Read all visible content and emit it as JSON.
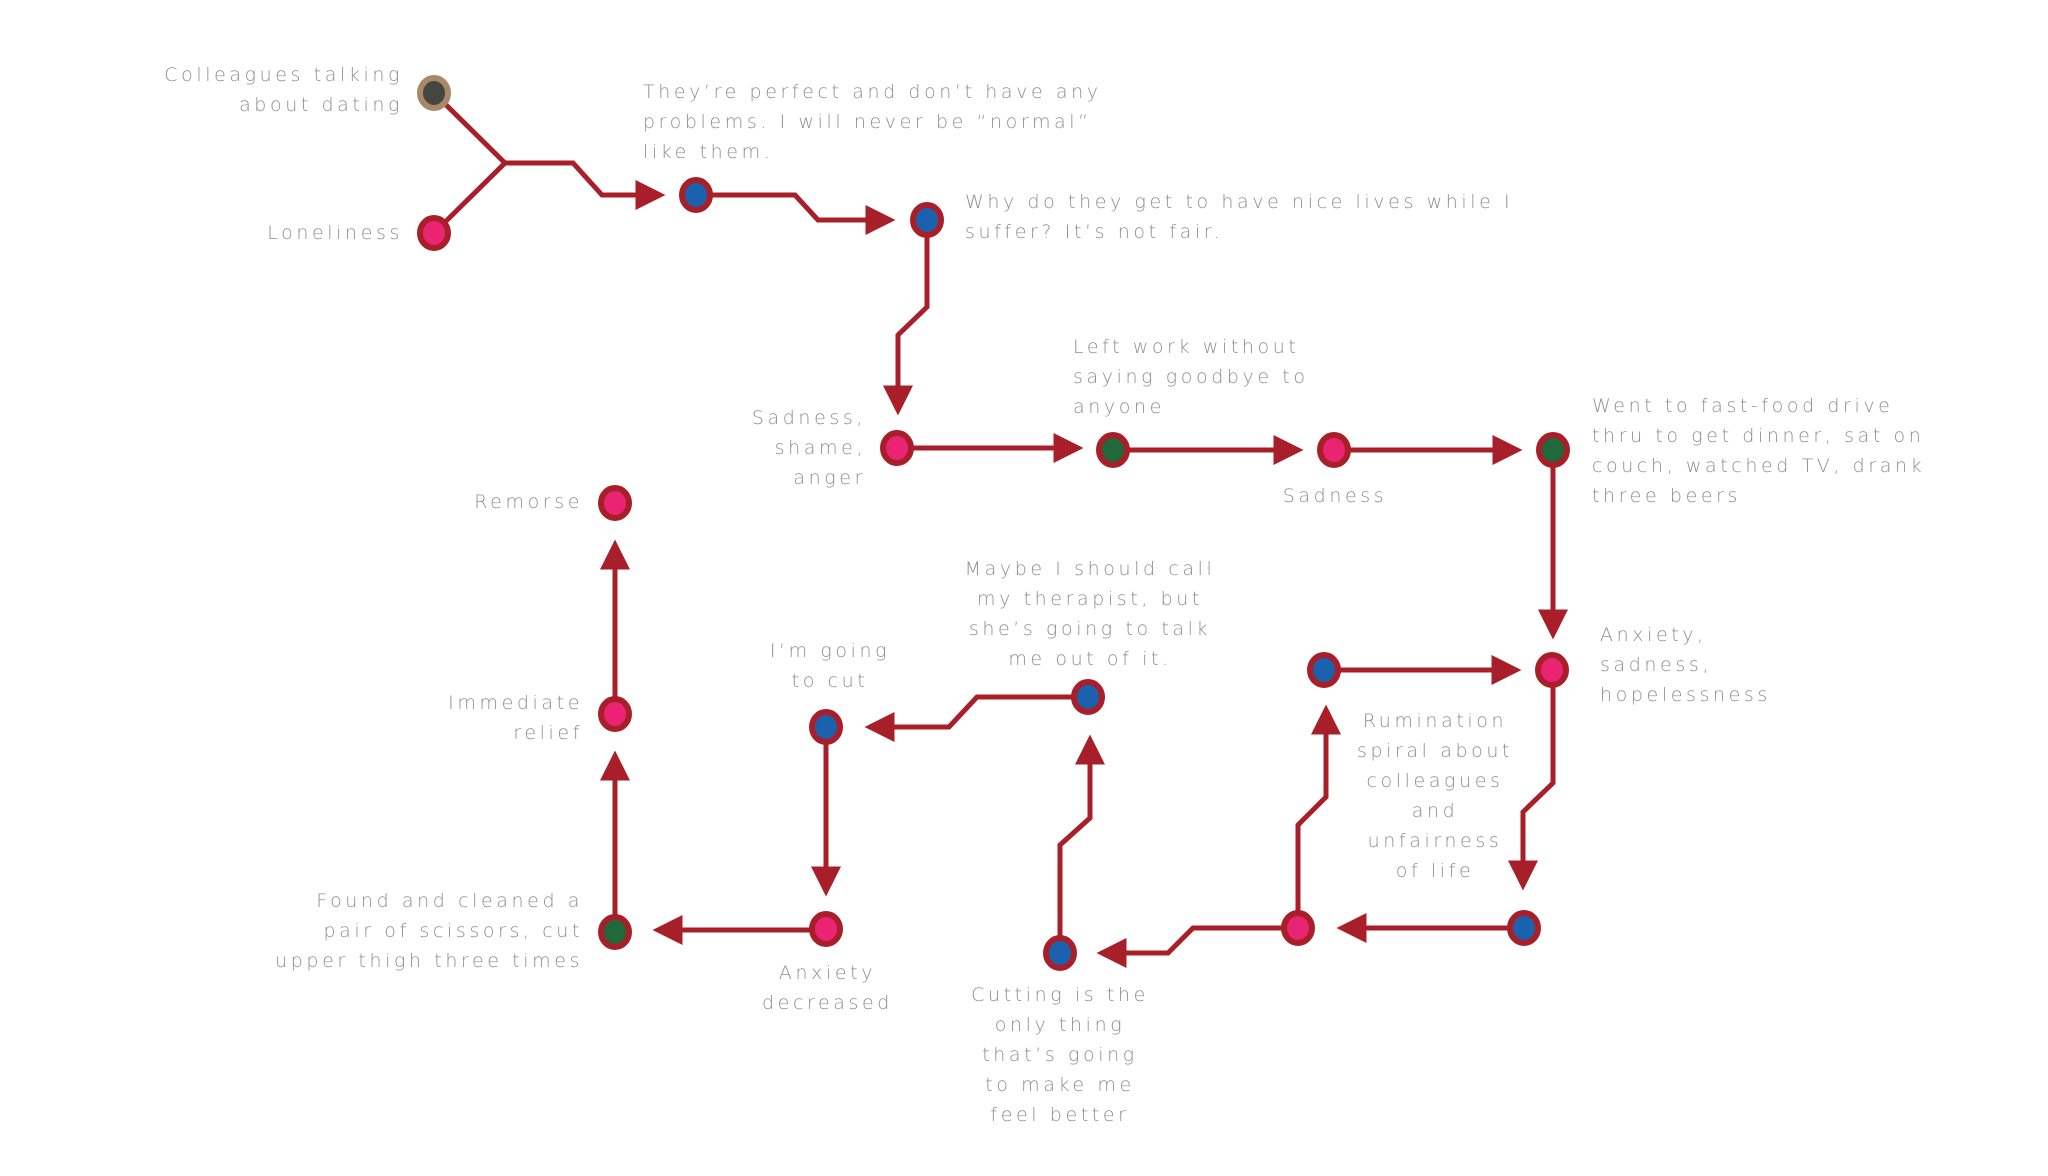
{
  "colors": {
    "line": "#a91f29",
    "emotion": "#ea2373",
    "thought": "#1a62ad",
    "behavior": "#21683a",
    "trigger_fill": "#45463f",
    "trigger_ring": "#a9886a",
    "text": "#8e8e8e"
  },
  "nodes": [
    {
      "id": "n0",
      "type": "trigger",
      "label": "Colleagues talking\nabout dating"
    },
    {
      "id": "n1",
      "type": "emotion",
      "label": "Loneliness"
    },
    {
      "id": "n2",
      "type": "thought",
      "label": "They’re perfect and don’t have any\nproblems. I will never be “normal”\nlike them."
    },
    {
      "id": "n3",
      "type": "thought",
      "label": "Why do they get to have nice lives while I\nsuffer? It’s not fair."
    },
    {
      "id": "n4",
      "type": "emotion",
      "label": "Sadness,\nshame,\nanger"
    },
    {
      "id": "n5",
      "type": "behavior",
      "label": "Left work without\nsaying goodbye to\nanyone"
    },
    {
      "id": "n6",
      "type": "emotion",
      "label": "Sadness"
    },
    {
      "id": "n7",
      "type": "behavior",
      "label": "Went to fast-food drive\nthru to get dinner, sat on\ncouch, watched TV, drank\nthree beers"
    },
    {
      "id": "n8",
      "type": "emotion",
      "label": "Anxiety,\nsadness,\nhopelessness"
    },
    {
      "id": "n9",
      "type": "thought",
      "label": "Rumination\nspiral about\ncolleagues\nand\nunfairness\nof life"
    },
    {
      "id": "n10",
      "type": "thought",
      "label": ""
    },
    {
      "id": "n11",
      "type": "emotion",
      "label": ""
    },
    {
      "id": "n12",
      "type": "thought",
      "label": "Cutting is the\nonly thing\nthat’s going\nto make me\nfeel better"
    },
    {
      "id": "n13",
      "type": "thought",
      "label": "Maybe I should call\nmy therapist, but\nshe’s going to talk\nme out of it."
    },
    {
      "id": "n14",
      "type": "thought",
      "label": "I’m going\nto cut"
    },
    {
      "id": "n15",
      "type": "emotion",
      "label": "Anxiety\ndecreased"
    },
    {
      "id": "n16",
      "type": "behavior",
      "label": "Found and cleaned a\npair of scissors, cut\nupper thigh three times"
    },
    {
      "id": "n17",
      "type": "emotion",
      "label": "Immediate\nrelief"
    },
    {
      "id": "n18",
      "type": "emotion",
      "label": "Remorse"
    }
  ],
  "edges": [
    {
      "from": "n0",
      "to": "n2"
    },
    {
      "from": "n1",
      "to": "n2"
    },
    {
      "from": "n2",
      "to": "n3"
    },
    {
      "from": "n3",
      "to": "n4"
    },
    {
      "from": "n4",
      "to": "n5"
    },
    {
      "from": "n5",
      "to": "n6"
    },
    {
      "from": "n6",
      "to": "n7"
    },
    {
      "from": "n7",
      "to": "n8"
    },
    {
      "from": "n9",
      "to": "n8"
    },
    {
      "from": "n8",
      "to": "n10"
    },
    {
      "from": "n10",
      "to": "n11"
    },
    {
      "from": "n11",
      "to": "n9"
    },
    {
      "from": "n11",
      "to": "n12"
    },
    {
      "from": "n12",
      "to": "n13"
    },
    {
      "from": "n13",
      "to": "n14"
    },
    {
      "from": "n14",
      "to": "n15"
    },
    {
      "from": "n15",
      "to": "n16"
    },
    {
      "from": "n16",
      "to": "n17"
    },
    {
      "from": "n17",
      "to": "n18"
    }
  ]
}
